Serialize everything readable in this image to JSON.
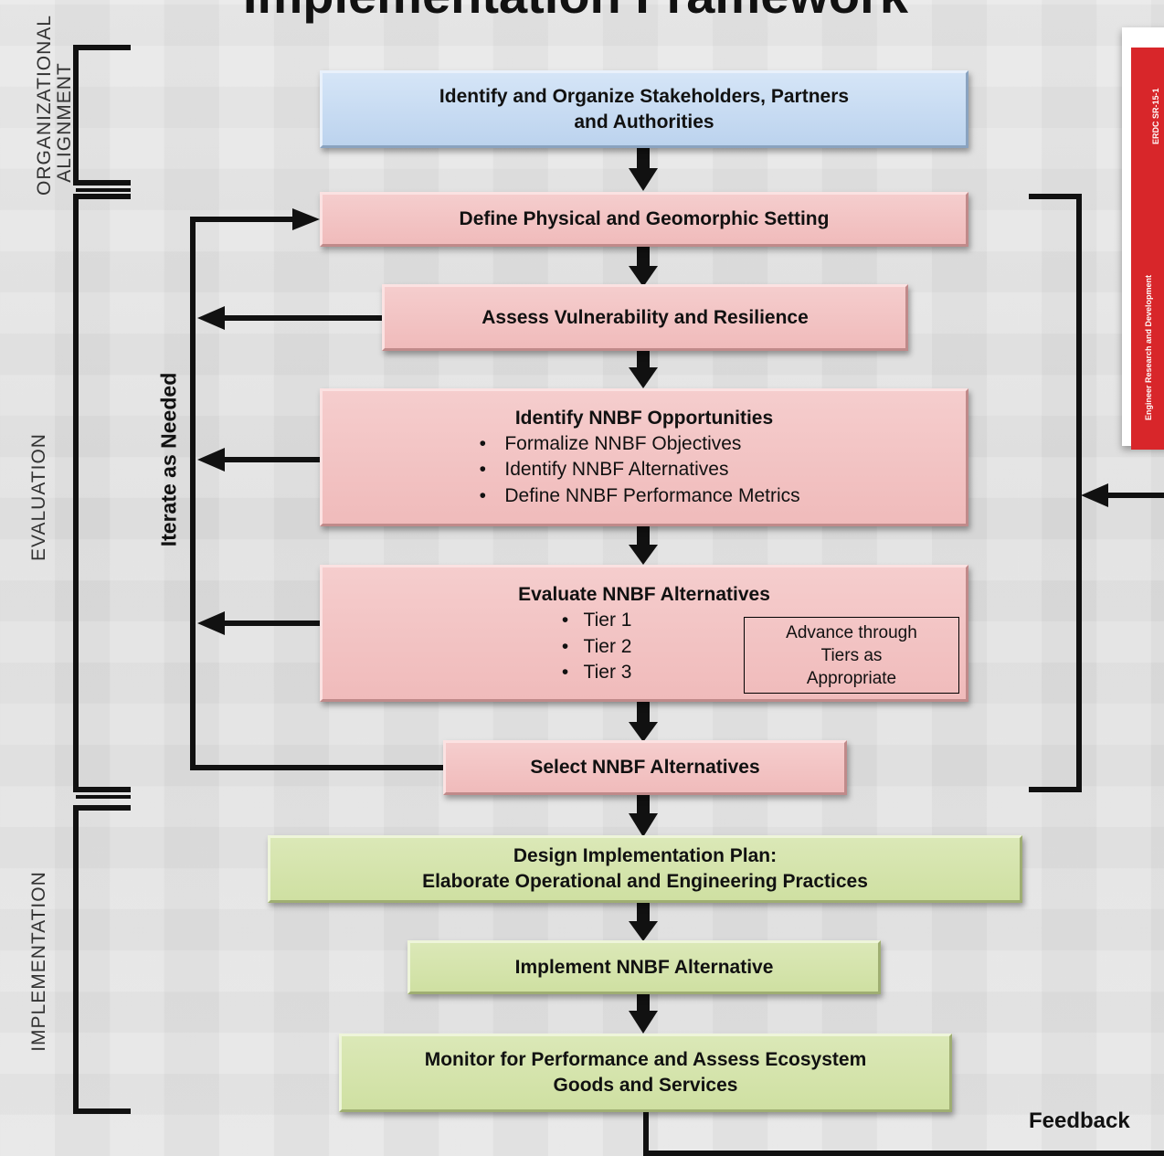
{
  "title": "Implementation Framework",
  "phases": {
    "organizational": "ORGANIZATIONAL\nALIGNMENT",
    "evaluation": "EVALUATION",
    "implementation": "IMPLEMENTATION"
  },
  "steps": {
    "stakeholders": [
      "Identify and Organize Stakeholders, Partners",
      "and Authorities"
    ],
    "setting": "Define Physical and Geomorphic Setting",
    "vulnerability": "Assess Vulnerability and Resilience",
    "opportunities": {
      "heading": "Identify NNBF Opportunities",
      "bullets": [
        "Formalize NNBF Objectives",
        "Identify  NNBF Alternatives",
        "Define NNBF Performance Metrics"
      ]
    },
    "evaluate": {
      "heading": "Evaluate NNBF Alternatives",
      "bullets": [
        "Tier 1",
        "Tier 2",
        "Tier 3"
      ],
      "note": [
        "Advance through",
        "Tiers as",
        "Appropriate"
      ]
    },
    "select": "Select NNBF Alternatives",
    "design": [
      "Design Implementation Plan:",
      "Elaborate Operational and Engineering Practices"
    ],
    "implement": "Implement NNBF Alternative",
    "monitor": [
      "Monitor for Performance and Assess Ecosystem",
      "Goods and Services"
    ]
  },
  "iterate_label": "Iterate as Needed",
  "feedback_label": "Feedback",
  "report_cover": {
    "code": "ERDC SR-15-1",
    "publisher": "Engineer Research and Development"
  },
  "colors": {
    "blue_box": "#bcd3ee",
    "pink_box": "#f0bbbb",
    "green_box": "#cfe0a2",
    "arrow": "#111111",
    "report_red": "#d8262a"
  }
}
